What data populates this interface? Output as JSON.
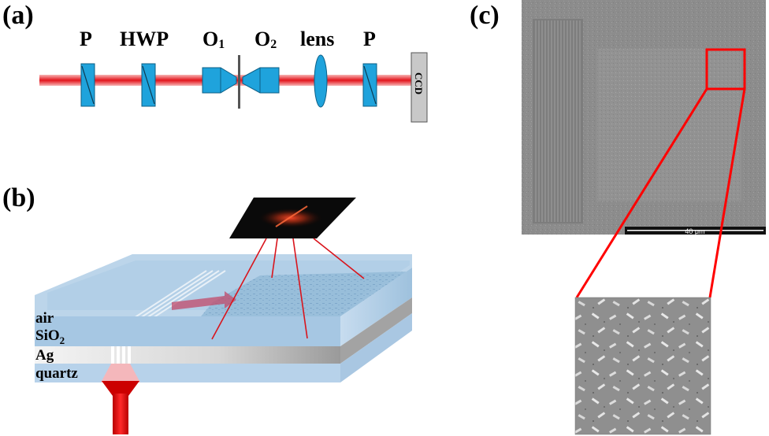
{
  "panels": {
    "a": "(a)",
    "b": "(b)",
    "c": "(c)"
  },
  "setup": {
    "components": [
      {
        "main": "P",
        "sub": ""
      },
      {
        "main": "HWP",
        "sub": ""
      },
      {
        "main": "O",
        "sub": "1"
      },
      {
        "main": "O",
        "sub": "2"
      },
      {
        "main": "lens",
        "sub": ""
      },
      {
        "main": "P",
        "sub": ""
      }
    ],
    "detector": "CCD"
  },
  "layers": {
    "air": "air",
    "sio2_main": "SiO",
    "sio2_sub": "2",
    "ag": "Ag",
    "quartz": "quartz"
  },
  "sem": {
    "scale_bar": "40 μm"
  },
  "colors": {
    "beam": "#e8202a",
    "optic": "#1fa3dc",
    "highlight": "#ff0000",
    "slab": "#a9cbe4",
    "silver": "#d0d0d0"
  }
}
